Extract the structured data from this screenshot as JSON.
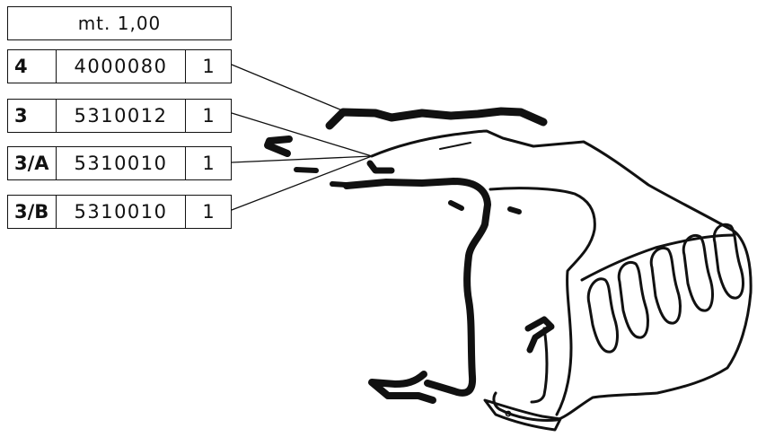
{
  "table": {
    "header": "mt. 1,00",
    "rows": [
      {
        "item": "4",
        "code": "4000080",
        "qty": "1"
      },
      {
        "item": "3",
        "code": "5310012",
        "qty": "1"
      },
      {
        "item": "3/A",
        "code": "5310010",
        "qty": "1"
      },
      {
        "item": "3/B",
        "code": "5310010",
        "qty": "1"
      }
    ]
  },
  "colors": {
    "line": "#111111",
    "background": "#ffffff"
  }
}
